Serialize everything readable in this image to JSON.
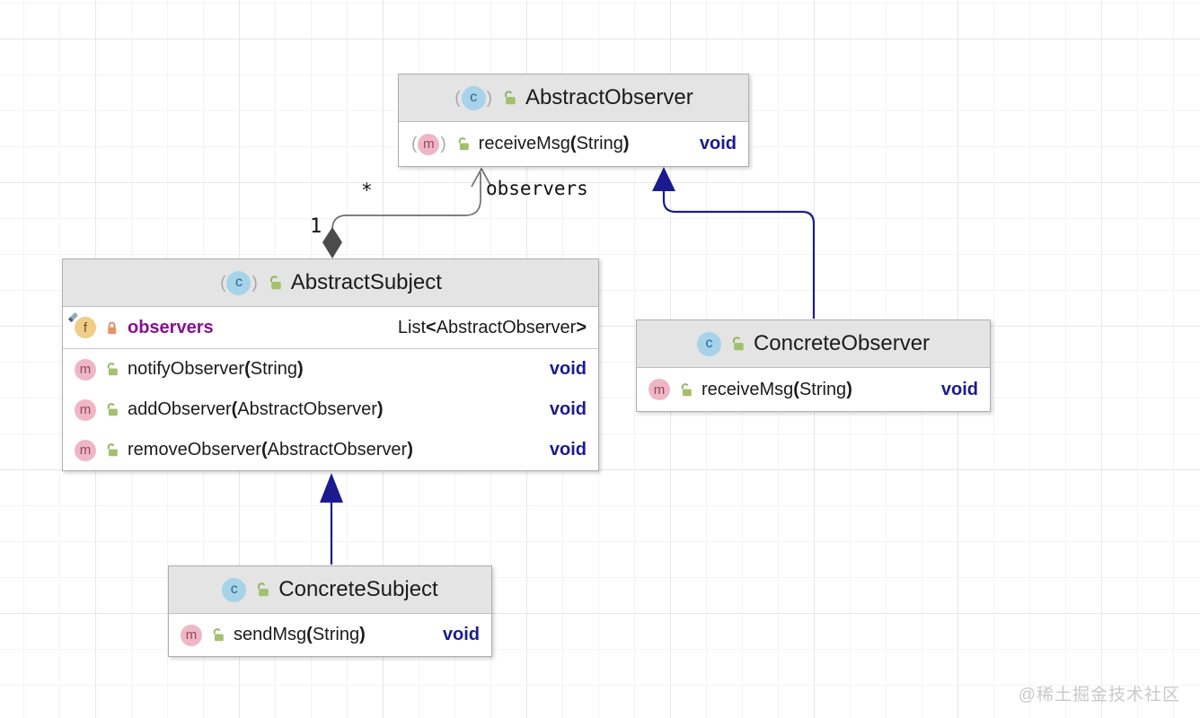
{
  "ui": {
    "lp": "(",
    "rp": ")",
    "abstract_paren_open": "(",
    "abstract_paren_close": ")",
    "class_letter": "c",
    "method_letter": "m",
    "field_letter": "f"
  },
  "colors": {
    "void_keyword": "#1b1b8f",
    "field_name": "#871094",
    "inheritance_edge": "#1b1b8f",
    "aggregation_edge": "#6e6e6e",
    "header_bg": "#e4e4e4"
  },
  "edges": {
    "aggregation": {
      "label": "observers",
      "source_multiplicity": "1",
      "target_multiplicity": "*",
      "from": "AbstractSubject",
      "to": "AbstractObserver"
    },
    "inheritance": [
      {
        "from": "ConcreteSubject",
        "to": "AbstractSubject"
      },
      {
        "from": "ConcreteObserver",
        "to": "AbstractObserver"
      }
    ]
  },
  "classes": [
    {
      "name": "AbstractObserver",
      "kind": "abstract-class",
      "fields": [],
      "methods": [
        {
          "name": "receiveMsg",
          "params": "String",
          "returns": "void",
          "abstract": true
        }
      ]
    },
    {
      "name": "AbstractSubject",
      "kind": "abstract-class",
      "fields": [
        {
          "name": "observers",
          "type_main": "List",
          "type_open": "<",
          "type_param": "AbstractObserver",
          "type_close": ">"
        }
      ],
      "methods": [
        {
          "name": "notifyObserver",
          "params": "String",
          "returns": "void"
        },
        {
          "name": "addObserver",
          "params": "AbstractObserver",
          "returns": "void"
        },
        {
          "name": "removeObserver",
          "params": "AbstractObserver",
          "returns": "void"
        }
      ]
    },
    {
      "name": "ConcreteObserver",
      "kind": "class",
      "fields": [],
      "methods": [
        {
          "name": "receiveMsg",
          "params": "String",
          "returns": "void"
        }
      ]
    },
    {
      "name": "ConcreteSubject",
      "kind": "class",
      "fields": [],
      "methods": [
        {
          "name": "sendMsg",
          "params": "String",
          "returns": "void"
        }
      ]
    }
  ],
  "watermark": "@稀土掘金技术社区"
}
